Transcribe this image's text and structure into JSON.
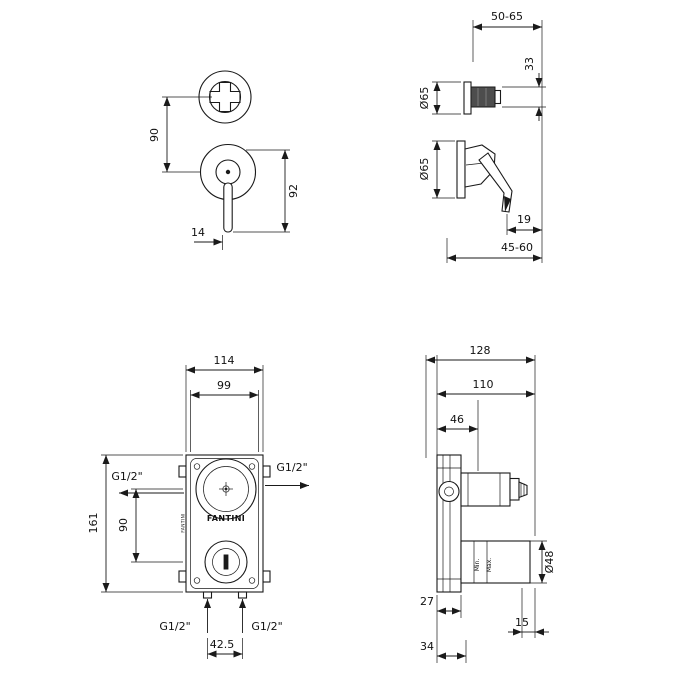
{
  "drawing": {
    "brand": "FANTINI",
    "side_brand": "FANTINI",
    "trim_front": {
      "d90": "90",
      "d92": "92",
      "d14": "14"
    },
    "trim_side": {
      "d50_65": "50-65",
      "d33": "33",
      "dia65_top": "Ø65",
      "dia65_bot": "Ø65",
      "d19": "19",
      "d45_60": "45-60"
    },
    "rough_front": {
      "d114": "114",
      "d99": "99",
      "d161": "161",
      "d90": "90",
      "g12_left": "G1/2\"",
      "g12_right": "G1/2\"",
      "g12_bottom_left": "G1/2\"",
      "g12_bottom_right": "G1/2\"",
      "d42_5": "42.5"
    },
    "rough_side": {
      "d128": "128",
      "d110": "110",
      "d46": "46",
      "dia48": "Ø48",
      "min_label": "Min.",
      "max_label": "Max.",
      "d27": "27",
      "d15": "15",
      "d34": "34"
    }
  }
}
